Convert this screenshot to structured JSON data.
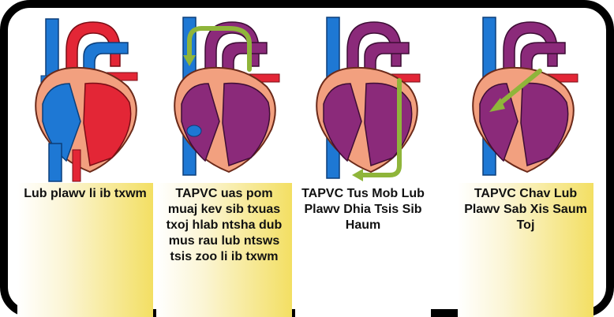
{
  "panels": [
    {
      "caption": "Lub plawv li ib txwm"
    },
    {
      "caption": "TAPVC uas pom muaj kev sib txuas txoj hlab ntsha dub mus rau lub ntsws tsis zoo li ib txwm"
    },
    {
      "caption": "TAPVC Tus Mob Lub Plawv Dhia Tsis Sib Haum"
    },
    {
      "caption": "TAPVC Chav Lub Plawv Sab Xis Saum Toj"
    }
  ],
  "colors": {
    "oxygenated": "#e32636",
    "deoxygenated": "#1e78d4",
    "mixed": "#8b2a7a",
    "muscle": "#f2a07f",
    "arrow": "#8fb53a",
    "caption_highlight": "#f3df63"
  }
}
